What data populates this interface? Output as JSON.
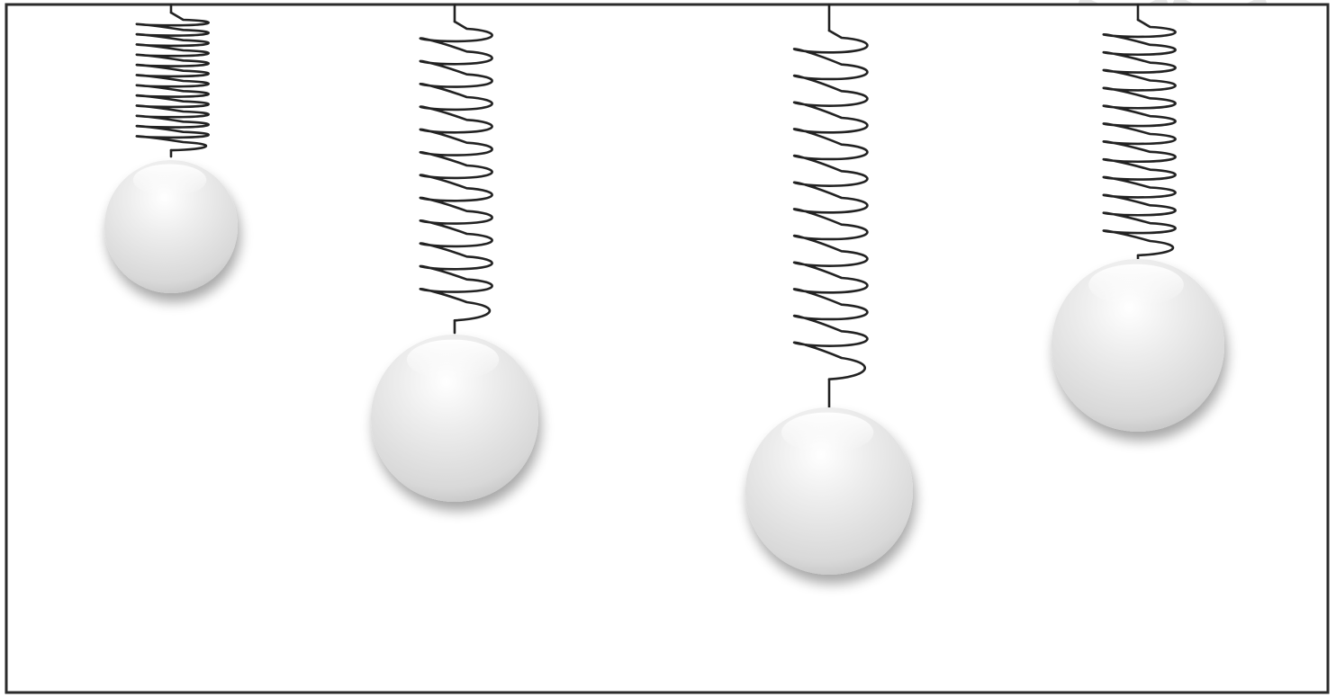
{
  "scene": {
    "description_label": "",
    "colors": {
      "frame": "#2b2b2b",
      "spring": "#222222",
      "ball_light": "#ffffff",
      "ball_mid": "#dcdcdc",
      "ball_dark": "#b9b9b9",
      "background": "#ffffff"
    },
    "systems": [
      {
        "id": "a",
        "spring_coils": 12,
        "ball_size": "small",
        "ball_fill_level": 0.2
      },
      {
        "id": "b",
        "spring_coils": 12,
        "ball_size": "large",
        "ball_fill_level": 0.6
      },
      {
        "id": "c",
        "spring_coils": 12,
        "ball_size": "large",
        "ball_fill_level": 0.7
      },
      {
        "id": "d",
        "spring_coils": 12,
        "ball_size": "large",
        "ball_fill_level": 0.5
      }
    ]
  }
}
